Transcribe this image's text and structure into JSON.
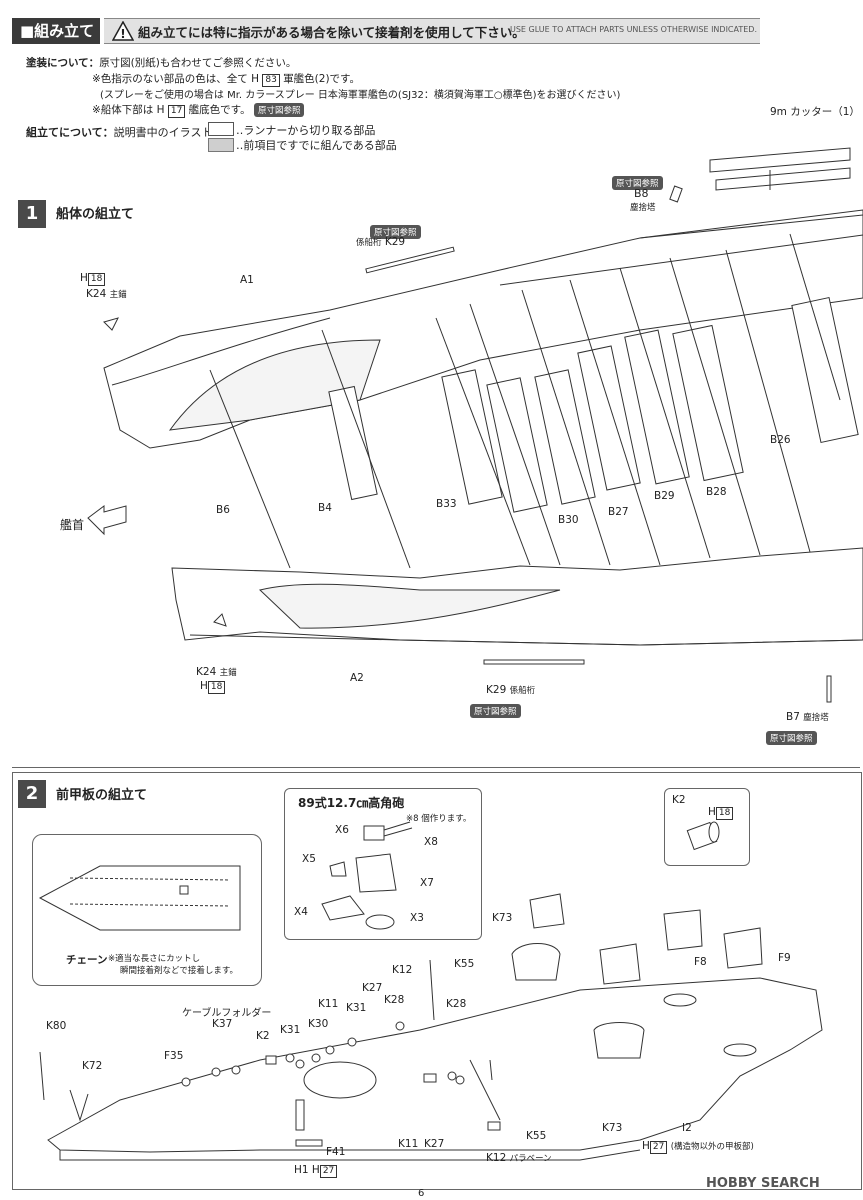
{
  "header": {
    "section": "■組み立て",
    "warning_jp": "組み立てには特に指示がある場合を除いて接着剤を使用して下さい。",
    "warning_en": "USE GLUE TO ATTACH PARTS UNLESS OTHERWISE INDICATED."
  },
  "painting": {
    "label": "塗装について：",
    "line1": "原寸図(別紙)も合わせてご参照ください。",
    "line2_pre": "※色指示のない部品の色は、全て H",
    "line2_num": "83",
    "line2_post": "軍艦色(2)です。",
    "line3": "(スプレーをご使用の場合は Mr. カラースプレー 日本海軍軍艦色の(SJ32：横須賀海軍工○標準色)をお選びください)",
    "line4_pre": "※船体下部は H",
    "line4_num": "17",
    "line4_post": "艦底色です。",
    "ref_badge": "原寸図参照"
  },
  "assembly_legend": {
    "label": "組立てについて：",
    "text": "説明書中のイラスト",
    "item1": "‥ランナーから切り取る部品",
    "item2": "‥前項目ですでに組んである部品"
  },
  "cutter_note": "9m カッター（1）",
  "step1": {
    "number": "1",
    "title": "船体の組立て",
    "bow": "艦首",
    "ref": "原寸図参照",
    "labels": {
      "b8": "B8",
      "b8_sub": "塵捨塔",
      "k29": "K29",
      "k29_sub": "係船桁",
      "h18a": "H",
      "h18a_num": "18",
      "k24a": "K24",
      "k24a_sub": "主錨",
      "a1": "A1",
      "b6": "B6",
      "b4": "B4",
      "b33": "B33",
      "b30": "B30",
      "b27": "B27",
      "b29": "B29",
      "b28": "B28",
      "b26": "B26",
      "a2": "A2",
      "k24b": "K24",
      "k24b_sub": "主錨",
      "h18b": "H",
      "h18b_num": "18",
      "k29b": "K29",
      "k29b_sub": "係船桁",
      "b7": "B7",
      "b7_sub": "塵捨塔"
    }
  },
  "step2": {
    "number": "2",
    "title": "前甲板の組立て",
    "gun_title": "89式12.7㎝高角砲",
    "gun_note": "※8 個作ります。",
    "gun_parts": [
      "X6",
      "X8",
      "X5",
      "X7",
      "X4",
      "X3"
    ],
    "chain_label": "チェーン",
    "chain_note1": "※適当な長さにカットし",
    "chain_note2": "瞬間接着剤などで接着します。",
    "k2_box": "K2",
    "k2_h": "H",
    "k2_h_num": "18",
    "labels": {
      "k73a": "K73",
      "k12a": "K12",
      "k55a": "K55",
      "k27a": "K27",
      "k28a": "K28",
      "k11a": "K11",
      "k31a": "K31",
      "k28b": "K28",
      "k80": "K80",
      "cable": "ケーブルフォルダー",
      "k37": "K37",
      "k2": "K2",
      "k31b": "K31",
      "k30": "K30",
      "f8": "F8",
      "f9": "F9",
      "f35": "F35",
      "k72": "K72",
      "f41": "F41",
      "k11b": "K11",
      "k27b": "K27",
      "k55b": "K55",
      "k12b": "K12",
      "k12b_sub": "パラベーン",
      "k73b": "K73",
      "i2": "I2",
      "h27a": "H",
      "h27a_num": "27",
      "i2_sub": "(構造物以外の甲板部)",
      "h1": "H1",
      "h27b": "H",
      "h27b_num": "27"
    }
  },
  "page_number": "6",
  "watermark": "HOBBY SEARCH"
}
